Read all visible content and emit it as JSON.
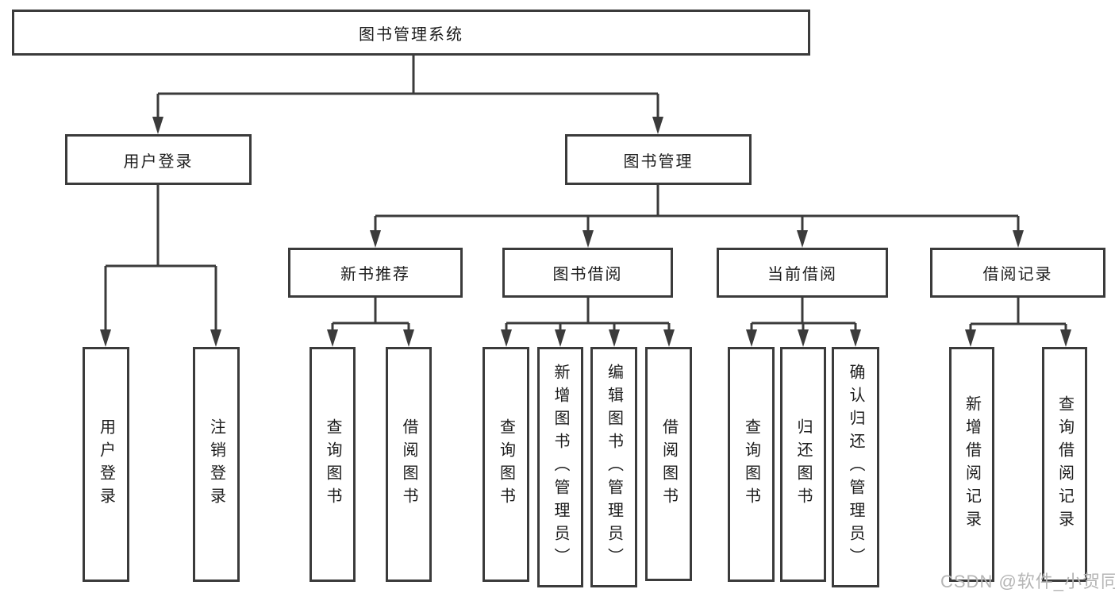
{
  "tree": {
    "root": {
      "label": "图书管理系统"
    },
    "branches": [
      {
        "label": "用户登录",
        "children": [
          {
            "label": "用户登录"
          },
          {
            "label": "注销登录"
          }
        ]
      },
      {
        "label": "图书管理",
        "children": [
          {
            "label": "新书推荐",
            "children": [
              {
                "label": "查询图书"
              },
              {
                "label": "借阅图书"
              }
            ]
          },
          {
            "label": "图书借阅",
            "children": [
              {
                "label": "查询图书"
              },
              {
                "label": "新增图书（管理员）"
              },
              {
                "label": "编辑图书（管理员）"
              },
              {
                "label": "借阅图书"
              }
            ]
          },
          {
            "label": "当前借阅",
            "children": [
              {
                "label": "查询图书"
              },
              {
                "label": "归还图书"
              },
              {
                "label": "确认归还（管理员）"
              }
            ]
          },
          {
            "label": "借阅记录",
            "children": [
              {
                "label": "新增借阅记录"
              },
              {
                "label": "查询借阅记录"
              }
            ]
          }
        ]
      }
    ]
  },
  "watermark": {
    "text": "CSDN @软件_小贺同学",
    "color": "#b5b5b5"
  },
  "colors": {
    "line": "#3b3b3b",
    "text": "#1c1c1c",
    "background": "#ffffff"
  }
}
